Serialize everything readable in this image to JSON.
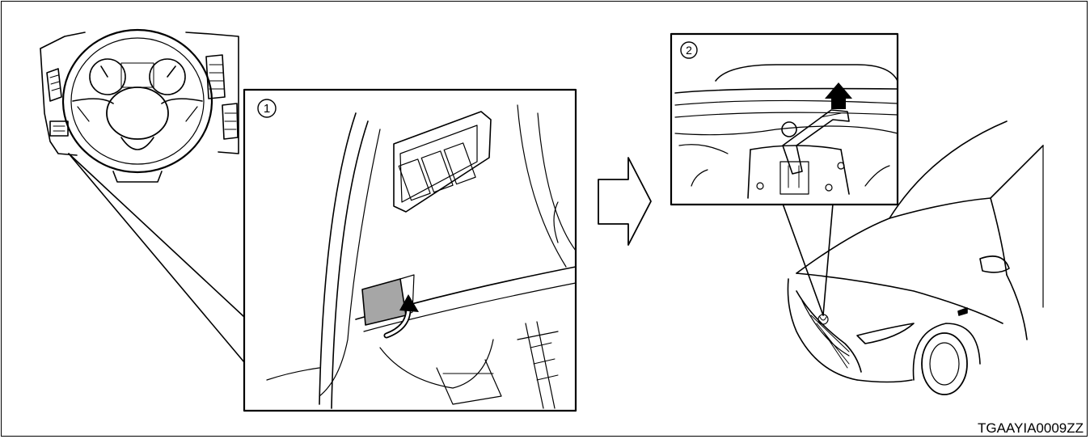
{
  "figure": {
    "code": "TGAAYIA0009ZZ",
    "step1_label": "1",
    "step2_label": "2",
    "panel_fill": "#a6a6a6"
  }
}
